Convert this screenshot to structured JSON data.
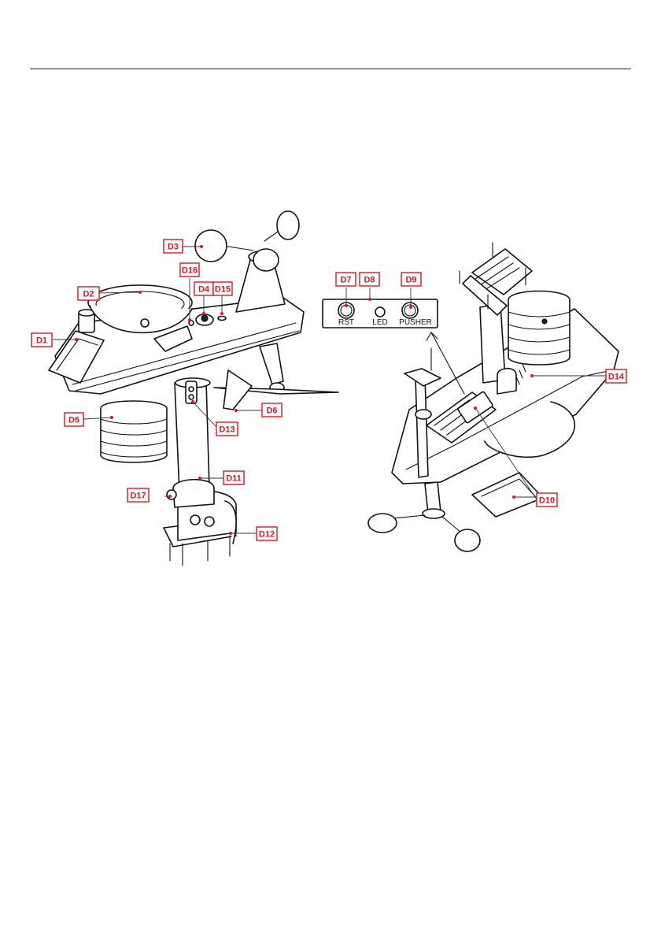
{
  "callouts": {
    "d1": "D1",
    "d2": "D2",
    "d3": "D3",
    "d4": "D4",
    "d5": "D5",
    "d6": "D6",
    "d7": "D7",
    "d8": "D8",
    "d9": "D9",
    "d10": "D10",
    "d11": "D11",
    "d12": "D12",
    "d13": "D13",
    "d14": "D14",
    "d15": "D15",
    "d16": "D16",
    "d17": "D17"
  },
  "button_panel": {
    "rst": "RST",
    "led": "LED",
    "pusher": "PUSHER"
  },
  "colors": {
    "callout_red": "#d71920",
    "ink": "#111111"
  }
}
